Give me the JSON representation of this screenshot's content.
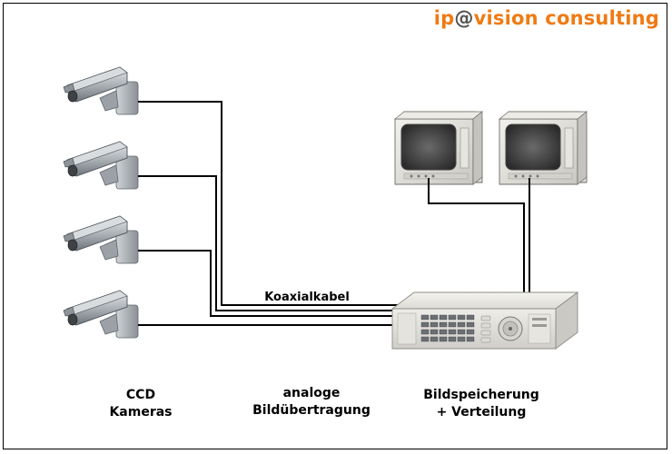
{
  "logo": {
    "part1": "ip",
    "part2": "@",
    "part3": "vision",
    "part4": "consulting",
    "color_orange": "#f07a12",
    "color_gray": "#555555"
  },
  "labels": {
    "cable": "Koaxialkabel",
    "cameras_line1": "CCD",
    "cameras_line2": "Kameras",
    "transfer_line1": "analoge",
    "transfer_line2": "Bildübertragung",
    "storage_line1": "Bildspeicherung",
    "storage_line2": "+ Verteilung"
  }
}
